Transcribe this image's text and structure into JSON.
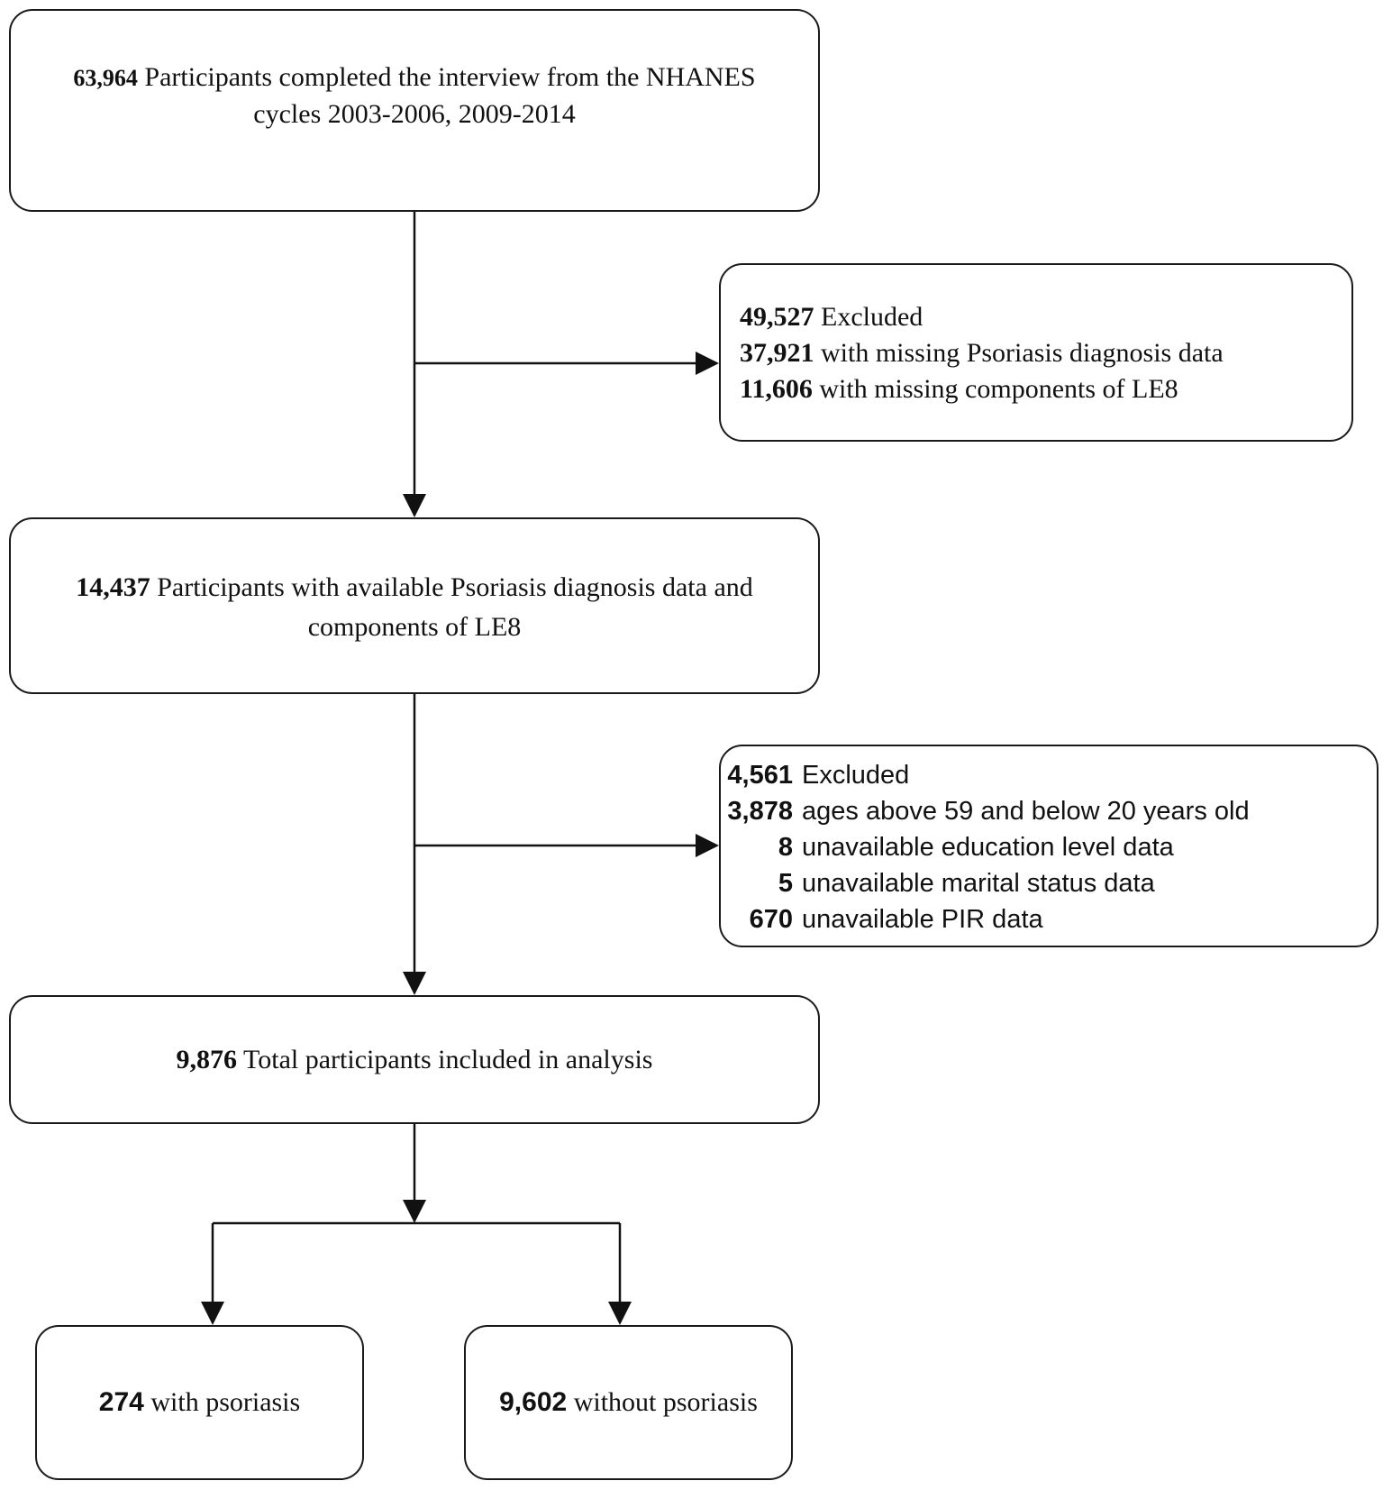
{
  "boxes": {
    "start": {
      "count": "63,964",
      "line1": "Participants completed the interview from the NHANES",
      "line2": "cycles 2003-2006, 2009-2014"
    },
    "exclusion1": {
      "total_count": "49,527",
      "total_label": "Excluded",
      "items": [
        {
          "count": "37,921",
          "label": "with missing Psoriasis diagnosis data"
        },
        {
          "count": "11,606",
          "label": "with missing components of LE8"
        }
      ]
    },
    "available": {
      "count": "14,437",
      "line1": "Participants with available Psoriasis diagnosis data and",
      "line2": "components of LE8"
    },
    "exclusion2": {
      "total_count": "4,561",
      "total_label": "Excluded",
      "items": [
        {
          "count": "3,878",
          "label": "ages  above 59 and below 20 years old"
        },
        {
          "count": "8",
          "label": "unavailable education level data"
        },
        {
          "count": "5",
          "label": "unavailable marital status data"
        },
        {
          "count": "670",
          "label": "unavailable PIR data"
        }
      ]
    },
    "total": {
      "count": "9,876",
      "label": "Total participants included in analysis"
    },
    "with_psoriasis": {
      "count": "274",
      "label": "with psoriasis"
    },
    "without_psoriasis": {
      "count": "9,602",
      "label": "without psoriasis"
    }
  }
}
